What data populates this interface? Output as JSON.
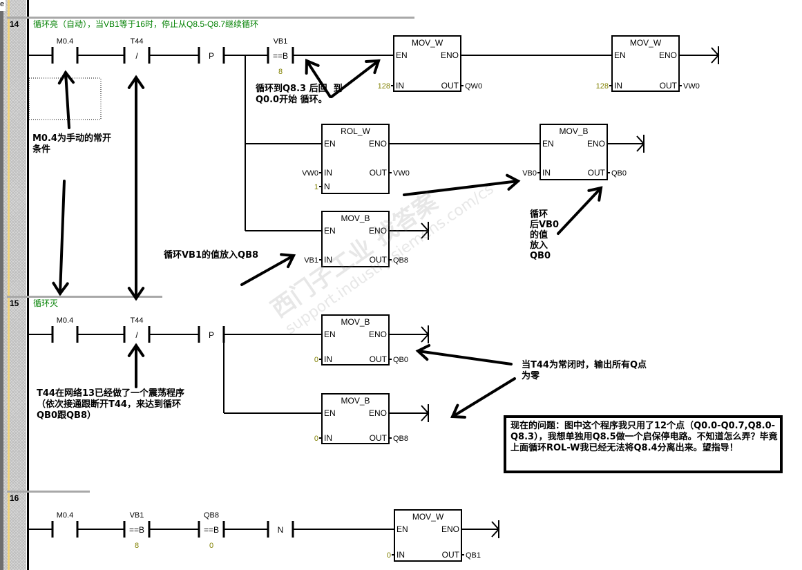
{
  "top_left_fragment": "e",
  "network14": {
    "number": "14",
    "comment": "循环亮（自动），当VB1等于16时，停止从Q8.5-Q8.7继续循环",
    "contacts": [
      {
        "address": "M0.4",
        "symbol": ""
      },
      {
        "address": "T44",
        "symbol": "/"
      },
      {
        "address": "",
        "symbol": "P"
      },
      {
        "address": "VB1",
        "symbol": "==B",
        "operand": "8"
      }
    ],
    "boxes": [
      {
        "title": "MOV_W",
        "left": [
          {
            "pin": "EN",
            "value": ""
          },
          {
            "pin": "IN",
            "value": "128"
          }
        ],
        "right": [
          {
            "pin": "ENO",
            "value": ""
          },
          {
            "pin": "OUT",
            "value": "QW0"
          }
        ]
      },
      {
        "title": "MOV_W",
        "left": [
          {
            "pin": "EN",
            "value": ""
          },
          {
            "pin": "IN",
            "value": "128"
          }
        ],
        "right": [
          {
            "pin": "ENO",
            "value": ""
          },
          {
            "pin": "OUT",
            "value": "VW0"
          }
        ]
      },
      {
        "title": "ROL_W",
        "left": [
          {
            "pin": "EN",
            "value": ""
          },
          {
            "pin": "IN",
            "value": "VW0"
          },
          {
            "pin": "N",
            "value": "1"
          }
        ],
        "right": [
          {
            "pin": "ENO",
            "value": ""
          },
          {
            "pin": "OUT",
            "value": "VW0"
          }
        ]
      },
      {
        "title": "MOV_B",
        "left": [
          {
            "pin": "EN",
            "value": ""
          },
          {
            "pin": "IN",
            "value": "VB0"
          }
        ],
        "right": [
          {
            "pin": "ENO",
            "value": ""
          },
          {
            "pin": "OUT",
            "value": "QB0"
          }
        ]
      },
      {
        "title": "MOV_B",
        "left": [
          {
            "pin": "EN",
            "value": ""
          },
          {
            "pin": "IN",
            "value": "VB1"
          }
        ],
        "right": [
          {
            "pin": "ENO",
            "value": ""
          },
          {
            "pin": "OUT",
            "value": "QB8"
          }
        ]
      }
    ]
  },
  "network15": {
    "number": "15",
    "comment": "循环灭",
    "contacts": [
      {
        "address": "M0.4",
        "symbol": ""
      },
      {
        "address": "T44",
        "symbol": "/"
      },
      {
        "address": "",
        "symbol": "P"
      }
    ],
    "boxes": [
      {
        "title": "MOV_B",
        "left": [
          {
            "pin": "EN",
            "value": ""
          },
          {
            "pin": "IN",
            "value": "0"
          }
        ],
        "right": [
          {
            "pin": "ENO",
            "value": ""
          },
          {
            "pin": "OUT",
            "value": "QB0"
          }
        ]
      },
      {
        "title": "MOV_B",
        "left": [
          {
            "pin": "EN",
            "value": ""
          },
          {
            "pin": "IN",
            "value": "0"
          }
        ],
        "right": [
          {
            "pin": "ENO",
            "value": ""
          },
          {
            "pin": "OUT",
            "value": "QB8"
          }
        ]
      }
    ]
  },
  "network16": {
    "number": "16",
    "comment": "",
    "contacts": [
      {
        "address": "M0.4",
        "symbol": ""
      },
      {
        "address": "VB1",
        "symbol": "==B",
        "operand": "8"
      },
      {
        "address": "QB8",
        "symbol": "==B",
        "operand": "0"
      },
      {
        "address": "",
        "symbol": "N"
      }
    ],
    "boxes": [
      {
        "title": "MOV_W",
        "left": [
          {
            "pin": "EN",
            "value": ""
          },
          {
            "pin": "IN",
            "value": "0"
          }
        ],
        "right": [
          {
            "pin": "ENO",
            "value": ""
          },
          {
            "pin": "OUT",
            "value": "QB1"
          }
        ]
      }
    ]
  },
  "annotations": {
    "loop_back": [
      "循环到Q8.3 后回  到",
      "Q0.0开始 循环。"
    ],
    "m04_note": [
      "M0.4为手动的常开",
      "条件"
    ],
    "vb1_to_qb8": "循环VB1的值放入QB8",
    "vb0_to_qb0": [
      "循环",
      "后VB0",
      "的值",
      "放入",
      "QB0"
    ],
    "t44_note": [
      "T44在网络13已经做了一个震荡程序",
      "（依次接通跟断开T44，来达到循环",
      "QB0跟QB8）"
    ],
    "t44_closed": [
      "当T44为常闭时，输出所有Q点",
      "为零"
    ],
    "question": "现在的问题：图中这个程序我只用了12个点（Q0.0-Q0.7,Q8.0-Q8.3），我想单独用Q8.5做一个启保停电路。不知道怎么弄？毕竟上面循环ROL-W我已经无法将Q8.4分离出来。望指导！"
  },
  "watermark": {
    "line1": "西门子工业  找答案",
    "line2": "support.industry.siemens.com/cs"
  },
  "colors": {
    "comment": "#008000",
    "operand_constant": "#808000",
    "wire": "#000000",
    "gutter_yellow": "#f0d27a"
  }
}
